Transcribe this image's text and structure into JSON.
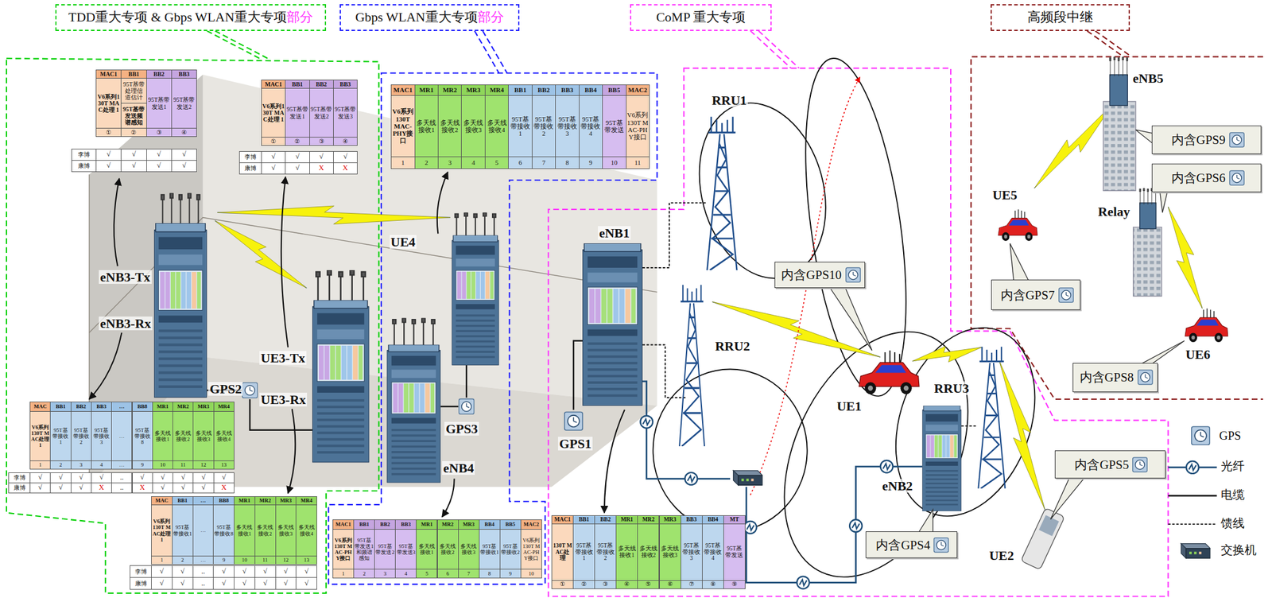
{
  "diagram": {
    "nodes": [
      {
        "text": [
          "TDD重大专项 & Gbps WLAN重大专项",
          "部分"
        ]
      },
      {
        "text": [
          "Gbps WLAN重大专项",
          "部分"
        ]
      },
      {
        "text": [
          "CoMP 重大专项"
        ]
      },
      {
        "text": [
          "高频段中继"
        ]
      },
      {
        "text": [
          "内含GPS9"
        ]
      },
      {
        "text": [
          "内含GPS6"
        ]
      },
      {
        "text": [
          "内含GPS10"
        ]
      },
      {
        "text": [
          "内含GPS7"
        ]
      },
      {
        "text": [
          "内含GPS8"
        ]
      },
      {
        "text": [
          "内含GPS5"
        ]
      },
      {
        "text": [
          "内含GPS4"
        ]
      }
    ],
    "labels": [
      "MAC1",
      "BB1",
      "BB2",
      "BB3",
      "V6系列130T MAC处理 1",
      "95T基带处理信道估计",
      "95T基带发送频谱感知",
      "95T基带发送1",
      "95T基带发送2",
      "①",
      "②",
      "③",
      "④",
      "李博",
      "√",
      "√",
      "√",
      "√",
      "康博",
      "√",
      "√",
      "√",
      "√",
      "MAC1",
      "BB1",
      "BB2",
      "BB3",
      "V6系列130T MAC处理 1",
      "95T基带发送1",
      "95T基带发送2",
      "95T基带发送3",
      "①",
      "②",
      "③",
      "④",
      "李博",
      "√",
      "√",
      "√",
      "√",
      "康博",
      "√",
      "√",
      "X",
      "X",
      "MAC1",
      "MR1",
      "MR2",
      "MR3",
      "MR4",
      "BB1",
      "BB2",
      "BB3",
      "BB4",
      "BB5",
      "MAC2",
      "V6系列130T MAC-PHY接口",
      "多天线接收1",
      "多天线接收2",
      "多天线接收3",
      "多天线接收4",
      "95T基带接收1",
      "95T基带接收2",
      "95T基带接收3",
      "95T基带接收4",
      "95T基带发送",
      "V6系列130T MAC-PHY接口",
      "1",
      "2",
      "3",
      "4",
      "5",
      "6",
      "7",
      "8",
      "9",
      "10",
      "11",
      "MAC",
      "BB1",
      "BB2",
      "BB3",
      "…",
      "BB8",
      "MR1",
      "MR2",
      "MR3",
      "MR4",
      "V6系列130T MAC处理 1",
      "95T基带接收1",
      "95T基带接收2",
      "95T基带接收3",
      "…",
      "95T基带接收8",
      "多天线接收1",
      "多天线接收2",
      "多天线接收3",
      "多天线接收4",
      "1",
      "2",
      "3",
      "4",
      "…",
      "9",
      "10",
      "11",
      "12",
      "13",
      "李博",
      "√",
      "√",
      "√",
      "√",
      "..",
      "√",
      "√",
      "√",
      "√",
      "√",
      "康博",
      "√",
      "√",
      "√",
      "X",
      "..",
      "X",
      "√",
      "√",
      "√",
      "X",
      "MAC",
      "BB1",
      "…",
      "BB8",
      "MR1",
      "MR2",
      "MR3",
      "MR4",
      "V6系列130T MAC处理 1",
      "95T基带接收1",
      "…",
      "95T基带接收8",
      "多天线接收1",
      "多天线接收2",
      "多天线接收3",
      "多天线接收4",
      "1",
      "2",
      "…",
      "9",
      "10",
      "11",
      "12",
      "13",
      "李博",
      "√",
      "√",
      "..",
      "√",
      "√",
      "√",
      "√",
      "√",
      "康博",
      "√",
      "√",
      "..",
      "√",
      "√",
      "√",
      "√",
      "√",
      "MAC1",
      "BB1",
      "BB2",
      "BB3",
      "MR1",
      "MR2",
      "MR3",
      "BB4",
      "BB5",
      "MAC2",
      "V6系列130T MAC-PHY接口",
      "95T基带发送1和频谱感知",
      "95T基带发送2",
      "95T基带发送3",
      "多天线接收1",
      "多天线接收2",
      "多天线接收3",
      "95T基带接收1",
      "95T基带接收2",
      "V6系列130T MAC-PHY接口",
      "1",
      "2",
      "3",
      "4",
      "5",
      "6",
      "7",
      "8",
      "9",
      "10",
      "MAC1",
      "BB1",
      "BB2",
      "MR1",
      "MR2",
      "MR3",
      "BB3",
      "BB4",
      "MT",
      "130T MAC处理",
      "95T基带接收1",
      "95T基带接收2",
      "多天线接收1",
      "多天线接收2",
      "多天线接收3",
      "95T基带接收3",
      "95T基带接收4",
      "95T基带发送",
      "①",
      "②",
      "③",
      "④",
      "⑤",
      "⑥",
      "⑦",
      "⑧",
      "⑨",
      "RRU1",
      "eNB1",
      "RRU2",
      "eNB3-Tx",
      "eNB3-Rx",
      "UE3-Tx",
      "UE3-Rx",
      "UE4",
      "GPS2",
      "GPS3",
      "eNB4",
      "GPS1",
      "UE1",
      "RRU3",
      "eNB2",
      "UE2",
      "eNB5",
      "Relay",
      "UE5",
      "UE6"
    ],
    "legend": [
      {
        "text": "GPS"
      },
      {
        "text": "光纤"
      },
      {
        "text": "电缆"
      },
      {
        "text": "馈线"
      },
      {
        "text": "交换机"
      }
    ]
  }
}
